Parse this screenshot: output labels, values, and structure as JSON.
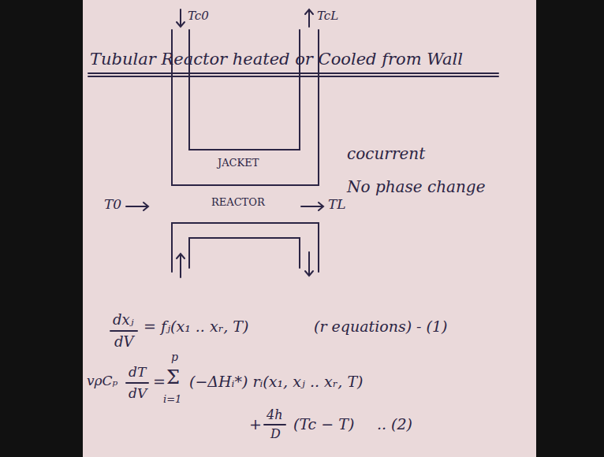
{
  "diagram": {
    "title": "Tubular Reactor heated or Cooled from Wall",
    "labels": [
      "Tc0",
      "TcL",
      "JACKET",
      "T0",
      "REACTOR",
      "TL",
      "cocurrent",
      "No phase change",
      "dxⱼ",
      "dV",
      "= fⱼ(x₁ .. xᵣ, T)",
      "(r equations) - (1)",
      "vρCₚ",
      "dT",
      "dV",
      "=",
      "p",
      "Σ",
      "i=1",
      "(−ΔHᵢ*) rᵢ(x₁, xⱼ .. xᵣ, T)",
      "+",
      "4h",
      "D",
      "(Tc − T)",
      ".. (2)"
    ]
  }
}
